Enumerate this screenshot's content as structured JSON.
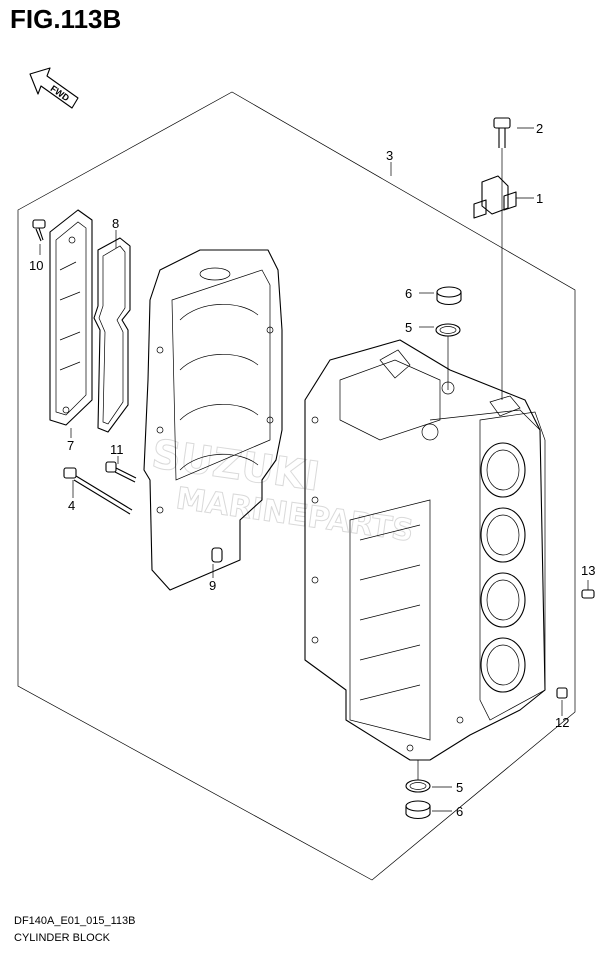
{
  "figure": {
    "title": "FIG.113B",
    "direction_label": "FWD",
    "code": "DF140A_E01_015_113B",
    "caption": "CYLINDER BLOCK",
    "watermark": "SUZUKI MARINEPARTS"
  },
  "callouts": [
    "1",
    "2",
    "3",
    "4",
    "5",
    "5",
    "6",
    "6",
    "7",
    "8",
    "9",
    "10",
    "11",
    "12",
    "13"
  ],
  "colors": {
    "line": "#000000",
    "watermark": "#bbbbbb",
    "background": "#ffffff"
  }
}
